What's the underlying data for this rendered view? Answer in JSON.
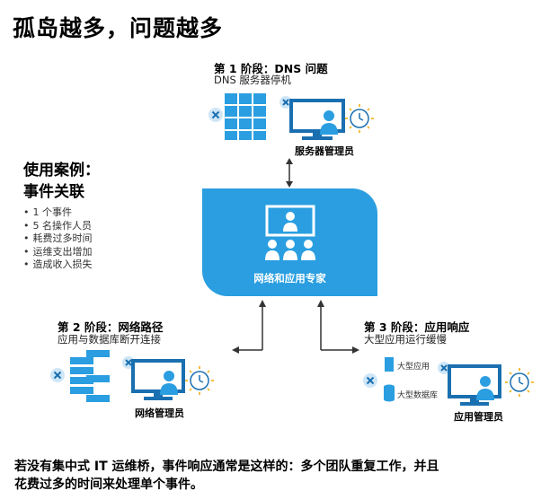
{
  "title": "孤岛越多，问题越多",
  "stage1": {
    "title": "第 1 阶段：DNS 问题",
    "subtitle": "DNS 服务器停机",
    "role": "服务器管理员"
  },
  "use_case": {
    "heading_line1": "使用案例：",
    "heading_line2": "事件关联",
    "items": [
      "1 个事件",
      "5 名操作人员",
      "耗费过多时间",
      "运维支出增加",
      "造成收入损失"
    ]
  },
  "center": {
    "label": "网络和应用专家"
  },
  "stage2": {
    "title": "第 2 阶段：网络路径",
    "subtitle": "应用与数据库断开连接",
    "role": "网络管理员"
  },
  "stage3": {
    "title": "第 3 阶段：应用响应",
    "subtitle": "大型应用运行缓慢",
    "role": "应用管理员",
    "app_label": "大型应用",
    "db_label": "大型数据库"
  },
  "footer": {
    "line1": "若没有集中式 IT 运维桥，事件响应通常是这样的：多个团队重复工作，并且",
    "line2": "花费过多的时间来处理单个事件。"
  },
  "colors": {
    "accent": "#2a9ee0",
    "accent_dark": "#1a6fb0",
    "icon_x_bg": "#cfe6f7"
  }
}
